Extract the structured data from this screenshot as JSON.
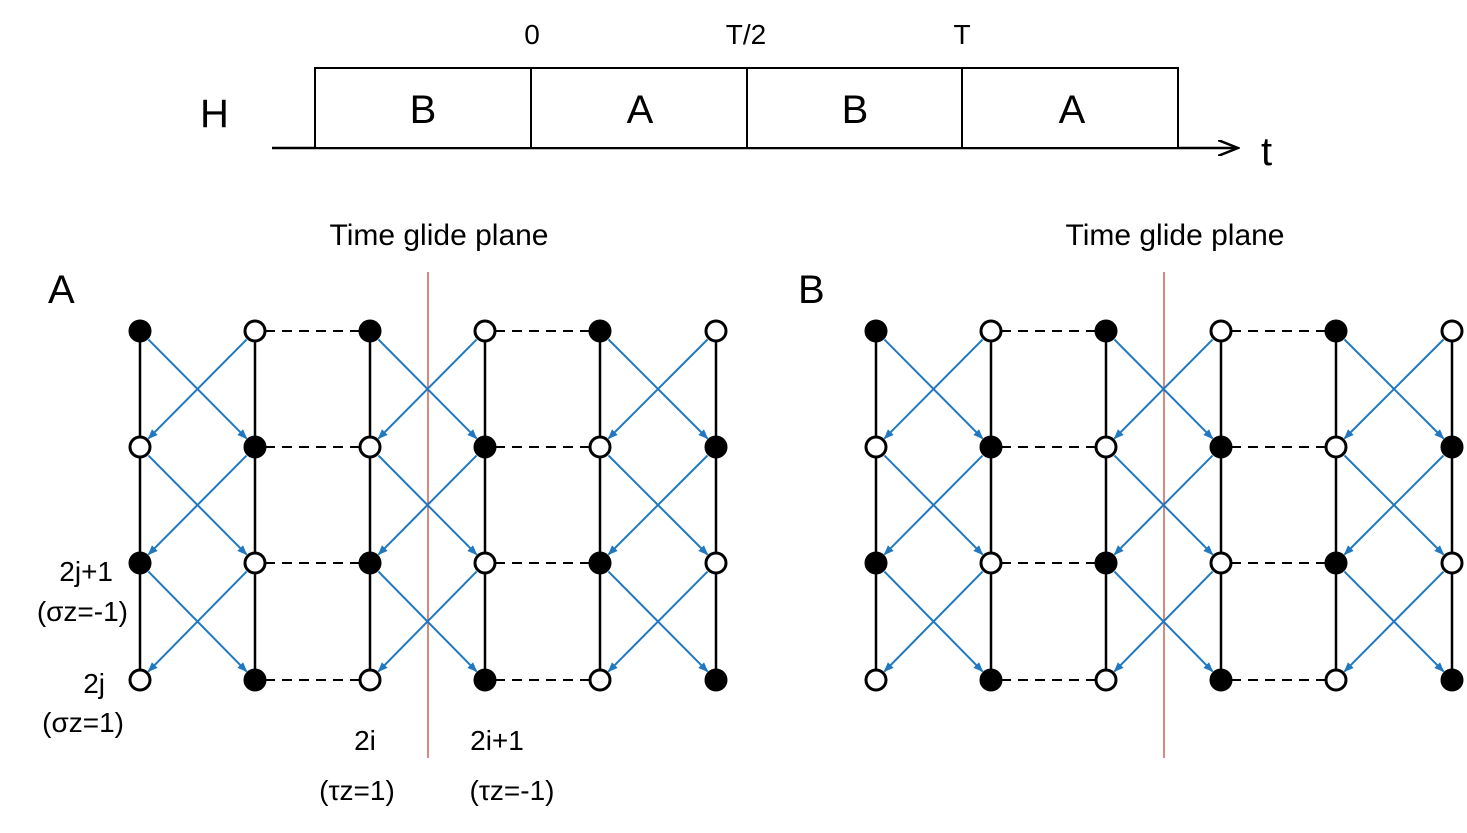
{
  "timeline": {
    "h_label": "H",
    "t_label": "t",
    "segments": [
      "B",
      "A",
      "B",
      "A"
    ],
    "ticks": [
      "0",
      "T/2",
      "T"
    ]
  },
  "panels": [
    {
      "label": "A",
      "plane_label": "Time glide plane",
      "rows": [
        [
          "filled",
          "open",
          "filled",
          "open",
          "filled",
          "open"
        ],
        [
          "open",
          "filled",
          "open",
          "filled",
          "open",
          "filled"
        ],
        [
          "filled",
          "open",
          "filled",
          "open",
          "filled",
          "open"
        ],
        [
          "open",
          "filled",
          "open",
          "filled",
          "open",
          "filled"
        ]
      ]
    },
    {
      "label": "B",
      "plane_label": "Time glide plane",
      "rows": [
        [
          "filled",
          "open",
          "filled",
          "open",
          "filled",
          "open"
        ],
        [
          "open",
          "filled",
          "open",
          "filled",
          "open",
          "filled"
        ],
        [
          "filled",
          "open",
          "filled",
          "open",
          "filled",
          "open"
        ],
        [
          "open",
          "filled",
          "open",
          "filled",
          "open",
          "filled"
        ]
      ]
    }
  ],
  "labels": {
    "row_2j1": "2j+1",
    "row_2j1_sub": "(σz=-1)",
    "row_2j": "2j",
    "row_2j_sub": "(σz=1)",
    "col_2i": "2i",
    "col_2i_sub": "(τz=1)",
    "col_2i1": "2i+1",
    "col_2i1_sub": "(τz=-1)"
  },
  "colors": {
    "arrow": "#1f78c1",
    "plane": "#c0392b",
    "line": "#000000"
  }
}
